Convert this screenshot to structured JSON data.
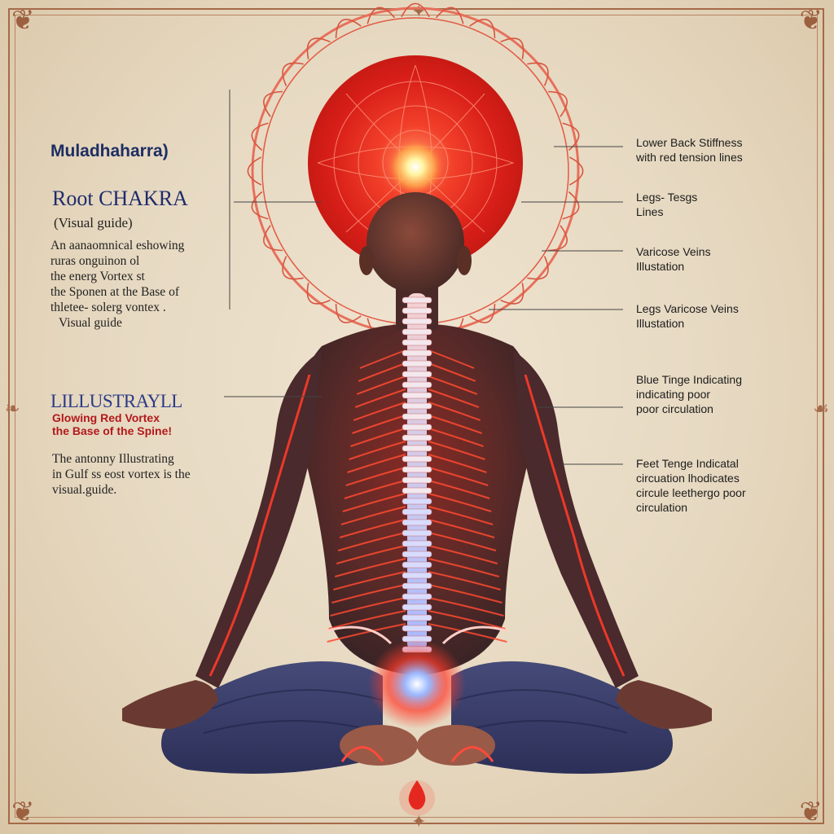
{
  "left_panel": {
    "sanskrit_name": "Muladhaharra)",
    "title": "Root CHAKRA",
    "subtitle": "(Visual guide)",
    "description_lines": [
      "An aanaomnical eshowing",
      "ruras onguinon ol",
      "the energ Vortex st",
      "the Sponen at the Base of",
      "thletee- solerg vontex .",
      "Visual guide"
    ],
    "illustration_heading": "LILLUSTRAYLL",
    "illustration_sub_lines": [
      "Glowing Red Vortex",
      "the Base of the Spine!"
    ],
    "illustration_desc_lines": [
      "The antonny Illustrating",
      "in Gulf ss eost vortex is the",
      "visual.guide."
    ]
  },
  "right_labels": [
    {
      "lines": [
        "Lower Back Stiffness",
        "with red tension lines"
      ]
    },
    {
      "lines": [
        "Legs- Tesgs",
        "Lines"
      ]
    },
    {
      "lines": [
        "Varicose Veins",
        "Illustation"
      ]
    },
    {
      "lines": [
        "Legs Varicose Veins",
        "Illustation"
      ]
    },
    {
      "lines": [
        "Blue Tinge Indicating",
        "indicating poor",
        "poor circulation"
      ]
    },
    {
      "lines": [
        "Feet Tenge Indicatal",
        "circuation lhodicates",
        "circule leethergo poor",
        "circulation"
      ]
    }
  ],
  "colors": {
    "background": "#e8dbc3",
    "frame": "#a56a49",
    "chakra_red": "#e0251c",
    "skin_dark": "#4a2a28",
    "legs": "#3a3f6a",
    "title_blue": "#1e2c6b",
    "accent_red_text": "#b3191c",
    "root_glow_blue": "#9ab8ff"
  },
  "icons": [
    "corner-flourish-icon",
    "blood-drop-icon",
    "chakra-vortex-icon"
  ]
}
